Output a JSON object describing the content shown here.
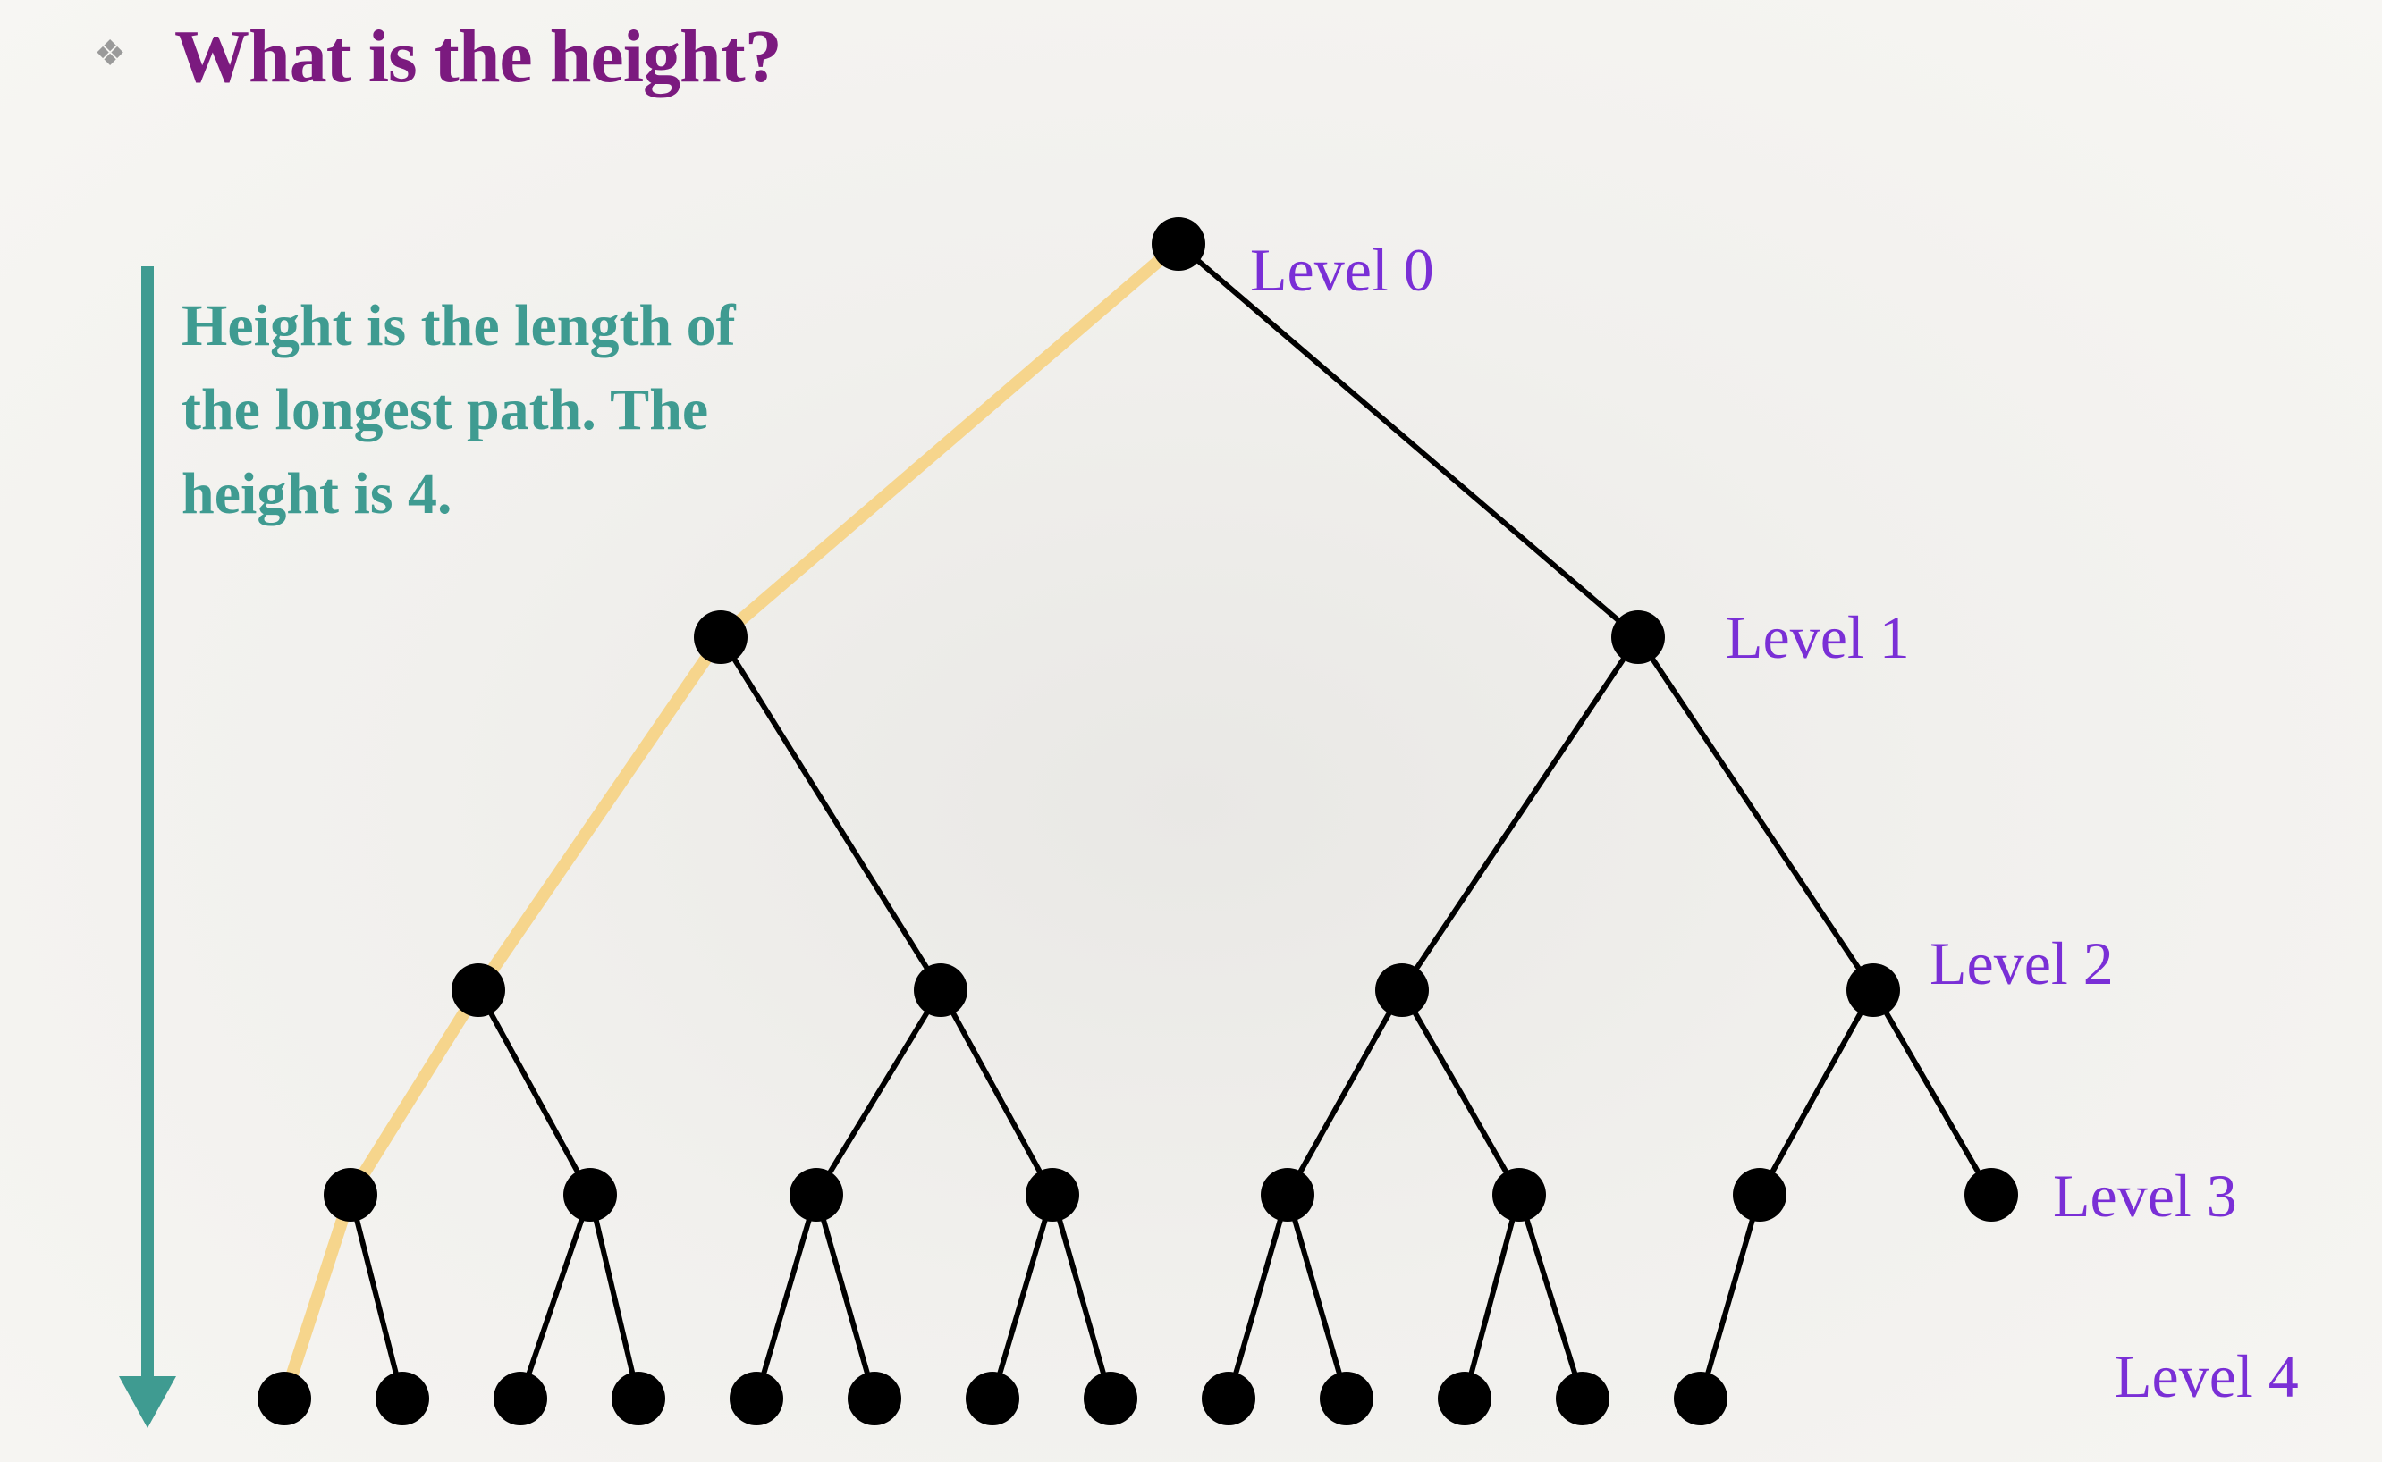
{
  "slide": {
    "bullet_icon": "diamond-bullet-icon",
    "title": "What is the height?",
    "note_lines": [
      "Height is the length of",
      "the longest path.  The",
      "height is 4."
    ]
  },
  "tree": {
    "height": 4,
    "levels": [
      "Level 0",
      "Level 1",
      "Level 2",
      "Level 3",
      "Level 4"
    ],
    "highlight_color": "#f6d58c",
    "edge_color": "#000000",
    "arrow_color": "#3f9b91"
  }
}
